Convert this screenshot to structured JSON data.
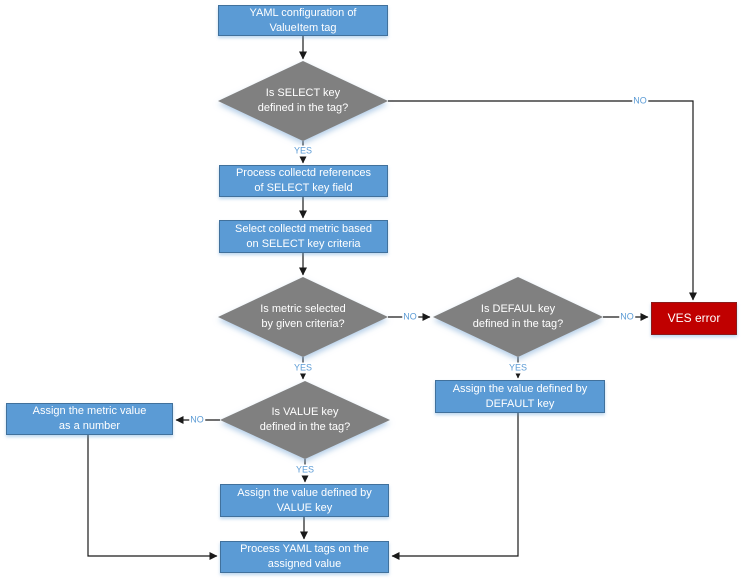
{
  "colors": {
    "process_fill": "#5B9BD5",
    "process_border": "#41719C",
    "decision_fill": "#808080",
    "error_fill": "#C00000",
    "error_border": "#8B1A1A",
    "edge_label": "#5B9BD5",
    "line": "#1a1a1a",
    "text": "#ffffff"
  },
  "nodes": {
    "start": {
      "type": "process",
      "label": "YAML configuration of\nValueItem tag"
    },
    "d_select": {
      "type": "decision",
      "label": "Is SELECT key\ndefined in the tag?"
    },
    "p_references": {
      "type": "process",
      "label": "Process collectd references\nof SELECT key field"
    },
    "p_select_metric": {
      "type": "process",
      "label": "Select collectd metric based\non SELECT key criteria"
    },
    "d_metric": {
      "type": "decision",
      "label": "Is metric selected\nby given criteria?"
    },
    "d_default": {
      "type": "decision",
      "label": "Is DEFAUL key\ndefined in the tag?"
    },
    "error": {
      "type": "error",
      "label": "VES error"
    },
    "p_default": {
      "type": "process",
      "label": "Assign the value defined by\nDEFAULT key"
    },
    "d_value": {
      "type": "decision",
      "label": "Is VALUE key\ndefined in the tag?"
    },
    "p_number": {
      "type": "process",
      "label": "Assign the metric value\nas a number"
    },
    "p_value": {
      "type": "process",
      "label": "Assign the value defined by\nVALUE key"
    },
    "p_process_tags": {
      "type": "process",
      "label": "Process YAML tags on the\nassigned value"
    }
  },
  "edge_labels": {
    "select_yes": "YES",
    "select_no": "NO",
    "metric_yes": "YES",
    "metric_no": "NO",
    "default_yes": "YES",
    "default_no": "NO",
    "value_yes": "YES",
    "value_no": "NO"
  }
}
